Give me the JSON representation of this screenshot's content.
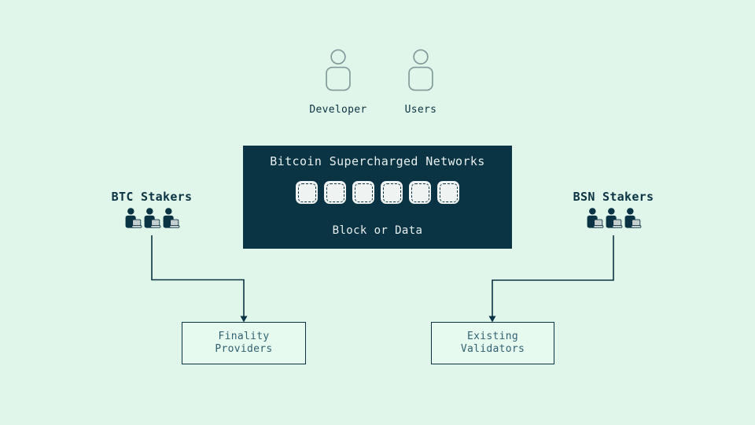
{
  "diagram": {
    "personas": {
      "developer_label": "Developer",
      "users_label": "Users"
    },
    "network": {
      "title": "Bitcoin Supercharged Networks",
      "subtitle": "Block or Data",
      "block_count": 6
    },
    "left_group": {
      "label": "BTC Stakers",
      "icon_count": 3
    },
    "right_group": {
      "label": "BSN Stakers",
      "icon_count": 3
    },
    "finality_box": {
      "line1": "Finality",
      "line2": "Providers"
    },
    "validators_box": {
      "line1": "Existing",
      "line2": "Validators"
    },
    "colors": {
      "background": "#e1f6ea",
      "navy": "#0a3343",
      "box_fill": "#e7faf0",
      "box_text": "#2f6172",
      "persona_outline": "#7f9a99",
      "title_text": "#e9f0ef",
      "block_fill": "#eff3f2"
    }
  }
}
